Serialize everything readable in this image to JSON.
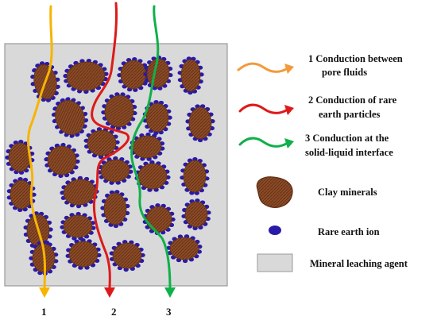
{
  "colors": {
    "leaching_agent": "#d9d9d9",
    "leaching_border": "#9a9a9a",
    "clay": "#8b4a26",
    "clay_dark": "#5e2e14",
    "ion": "#2a1aa8",
    "path1": "#f6b400",
    "path2": "#dd1a1a",
    "path3": "#10b04a",
    "legend_arrow1": "#f39a3a"
  },
  "paths": [
    {
      "label": "1",
      "color_key": "path1"
    },
    {
      "label": "2",
      "color_key": "path2"
    },
    {
      "label": "3",
      "color_key": "path3"
    }
  ],
  "legend": {
    "conduction_pore_line1": "1 Conduction between",
    "conduction_pore_line2": "pore fluids",
    "conduction_rare_line1": "2 Conduction of rare",
    "conduction_rare_line2": "earth particles",
    "conduction_interface_line1": "3 Conduction at the",
    "conduction_interface_line2": "solid-liquid interface",
    "clay_minerals": "Clay minerals",
    "rare_earth_ion": "Rare earth ion",
    "mineral_leaching_agent": "Mineral leaching agent"
  }
}
